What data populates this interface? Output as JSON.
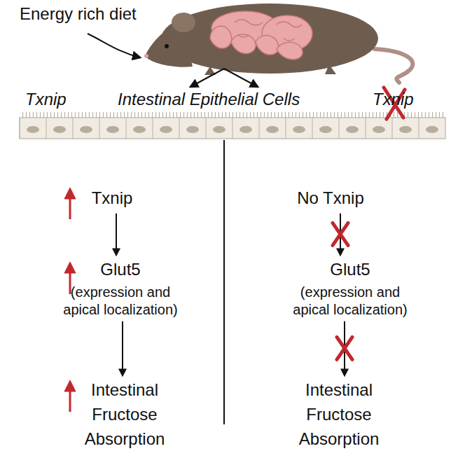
{
  "diagram": {
    "nodes": [
      {
        "text": [
          "Txnip"
        ]
      },
      {
        "text": [
          "Glut5",
          "(expression and apical localization)"
        ]
      },
      {
        "text": [
          "Intestinal Fructose Absorption"
        ]
      },
      {
        "text": [
          "No Txnip"
        ]
      },
      {
        "text": [
          "Glut5",
          "(expression and apical localization)"
        ]
      },
      {
        "text": [
          "Intestinal Fructose Absorption"
        ]
      }
    ],
    "edges": [
      {
        "from": 0,
        "to": 1,
        "arrow": "to"
      },
      {
        "from": 1,
        "to": 2,
        "arrow": "to"
      },
      {
        "from": 3,
        "to": 4,
        "arrow": "to"
      },
      {
        "from": 4,
        "to": 5,
        "arrow": "to"
      }
    ],
    "labels": [
      "Energy rich diet",
      "Txnip",
      "Intestinal Epithelial Cells",
      "Txnip"
    ]
  }
}
